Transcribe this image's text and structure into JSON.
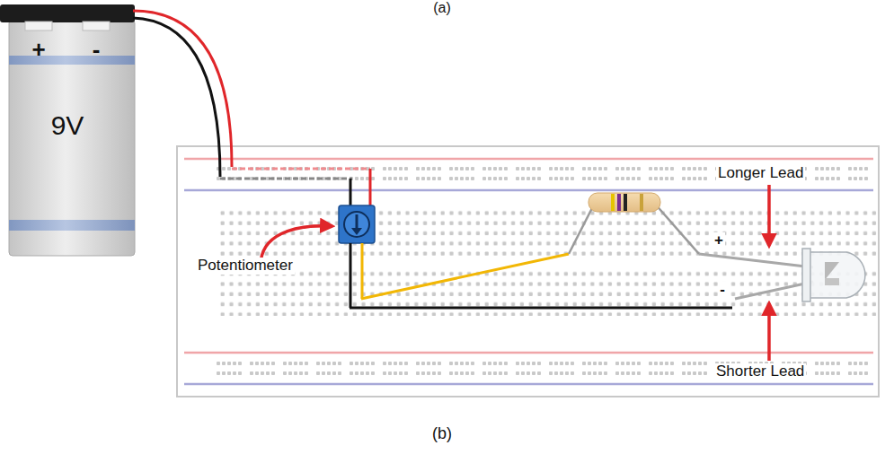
{
  "diagram": {
    "caption": "(b)",
    "nodes": [
      {
        "text": [
          "+",
          "-",
          "9V"
        ]
      }
    ],
    "labels": [
      "(a)",
      "Potentiometer",
      "+",
      "Longer Lead",
      "-",
      "Shorter Lead"
    ]
  }
}
